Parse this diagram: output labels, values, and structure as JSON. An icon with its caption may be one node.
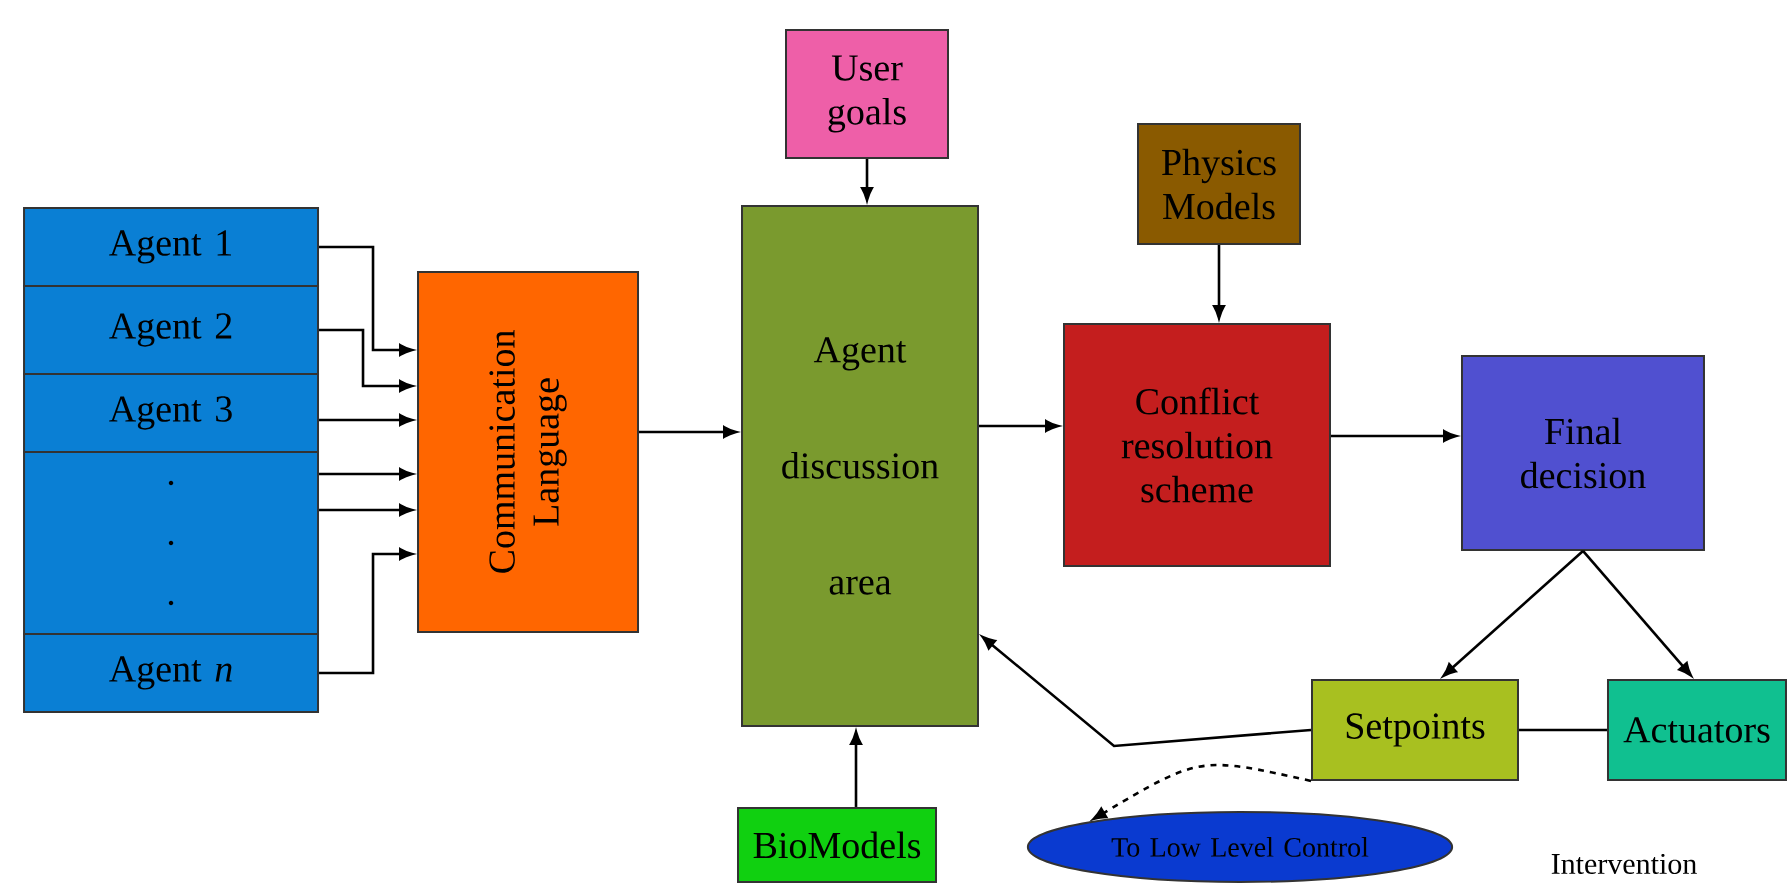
{
  "diagram": {
    "nodes": [
      {
        "text": [
          "Agent 1"
        ]
      },
      {
        "text": [
          "Agent 2"
        ]
      },
      {
        "text": [
          "Agent 3"
        ]
      },
      {
        "text": [
          ".",
          ".",
          "."
        ]
      },
      {
        "text": [
          "Agent *n*"
        ]
      },
      {
        "text": [
          "Communication Language"
        ]
      },
      {
        "text": [
          "Agent discussion area"
        ]
      },
      {
        "text": [
          "User goals"
        ]
      },
      {
        "text": [
          "Physics Models"
        ]
      },
      {
        "text": [
          "Conflict resolution scheme"
        ]
      },
      {
        "text": [
          "Final decision"
        ]
      },
      {
        "text": [
          "Setpoints"
        ]
      },
      {
        "text": [
          "Actuators"
        ]
      },
      {
        "text": [
          "BioModels"
        ]
      },
      {
        "text": [
          "To Low Level Control"
        ]
      }
    ],
    "edges": [
      {
        "from": 0,
        "to": 5,
        "arrow": "to"
      },
      {
        "from": 1,
        "to": 5,
        "arrow": "to"
      },
      {
        "from": 2,
        "to": 5,
        "arrow": "to"
      },
      {
        "from": 3,
        "to": 5,
        "arrow": "to"
      },
      {
        "from": 3,
        "to": 5,
        "arrow": "to"
      },
      {
        "from": 4,
        "to": 5,
        "arrow": "to"
      },
      {
        "from": 5,
        "to": 6,
        "arrow": "to"
      },
      {
        "from": 7,
        "to": 6,
        "arrow": "to"
      },
      {
        "from": 6,
        "to": 9,
        "arrow": "to"
      },
      {
        "from": 8,
        "to": 9,
        "arrow": "to"
      },
      {
        "from": 9,
        "to": 10,
        "arrow": "to"
      },
      {
        "from": 10,
        "to": 11,
        "arrow": "to"
      },
      {
        "from": 10,
        "to": 12,
        "arrow": "to"
      },
      {
        "from": 11,
        "to": 6,
        "arrow": "to"
      },
      {
        "from": 11,
        "to": 12,
        "arrow": "none"
      },
      {
        "from": 11,
        "to": 14,
        "arrow": "to",
        "style": "dashed"
      },
      {
        "from": 13,
        "to": 6,
        "arrow": "to"
      }
    ],
    "labels": [
      "Intervention"
    ]
  }
}
